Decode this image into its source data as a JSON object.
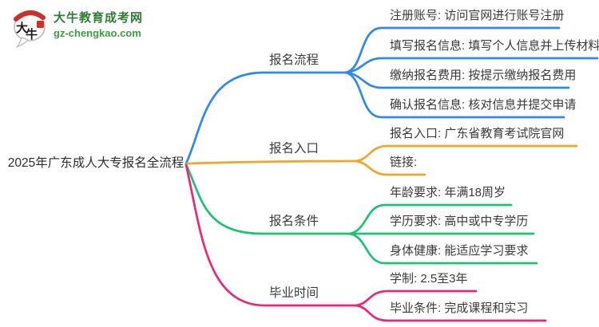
{
  "logo": {
    "mark_char_1": "大",
    "mark_char_2": "牛",
    "site_name": "大牛教育成考网",
    "site_domain": "gz-chengkao.com"
  },
  "mindmap": {
    "root": "2025年广东成人大专报名全流程",
    "branches": [
      {
        "label": "报名流程",
        "children": [
          "注册账号: 访问官网进行账号注册",
          "填写报名信息: 填写个人信息并上传材料",
          "缴纳报名费用: 按提示缴纳报名费用",
          "确认报名信息: 核对信息并提交申请"
        ]
      },
      {
        "label": "报名入口",
        "children": [
          "报名入口: 广东省教育考试院官网",
          "链接:"
        ]
      },
      {
        "label": "报名条件",
        "children": [
          "年龄要求: 年满18周岁",
          "学历要求: 高中或中专学历",
          "身体健康: 能适应学习要求"
        ]
      },
      {
        "label": "毕业时间",
        "children": [
          "学制: 2.5至3年",
          "毕业条件: 完成课程和实习"
        ]
      }
    ]
  },
  "colors": {
    "branch_process": "#2f89e8",
    "branch_entry": "#f5a42a",
    "branch_requirements": "#1ec274",
    "branch_graduation": "#ee2479",
    "brand_green": "#2e7d32",
    "brand_green_light": "#3f9b43",
    "logo_red": "#ce2f2a",
    "text_dark": "#3a3a3a"
  }
}
